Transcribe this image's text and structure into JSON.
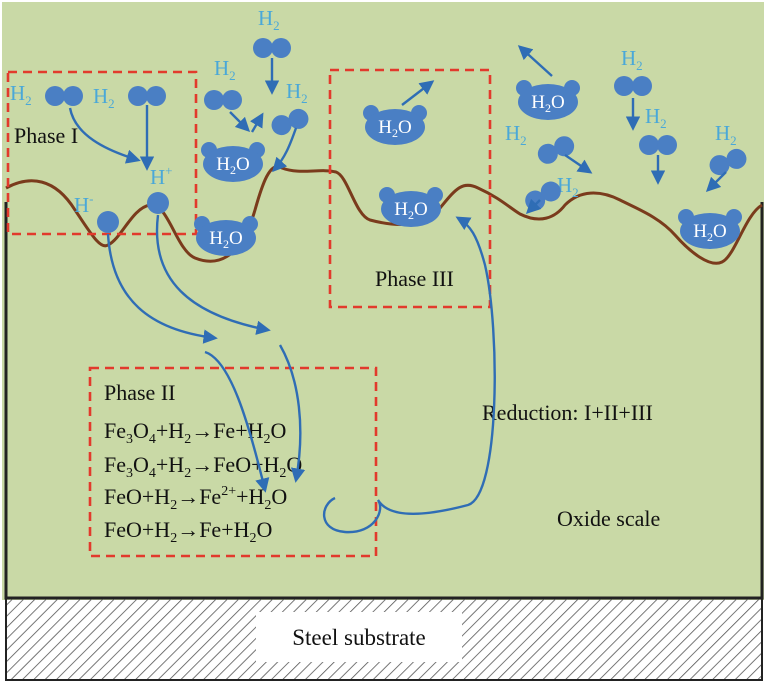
{
  "phase1_label": "Phase I",
  "phase2_label": "Phase II",
  "phase3_label": "Phase III",
  "reduction_label": "Reduction: I+II+III",
  "oxide_label": "Oxide scale",
  "steel_label": "Steel substrate",
  "h2": "H",
  "h2_sub": "2",
  "h_minus": "H",
  "minus_sup": "-",
  "h_plus": "H",
  "plus_sup": "+",
  "water_h": "H",
  "water_sub": "2",
  "water_o": "O",
  "reactions": {
    "r1": {
      "a": "Fe",
      "a_sub": "3",
      "b": "O",
      "b_sub": "4",
      "plus1": "+H",
      "h_sub": "2",
      "arrow": "→Fe+H",
      "w_sub": "2",
      "end": "O"
    },
    "r2": {
      "a": "Fe",
      "a_sub": "3",
      "b": "O",
      "b_sub": "4",
      "plus1": "+H",
      "h_sub": "2",
      "arrow": "→FeO+H",
      "w_sub": "2",
      "end": "O"
    },
    "r3": {
      "a": "FeO+H",
      "a_sub": "2",
      "arrow": "→Fe",
      "sup": "2+",
      "plus": "+H",
      "w_sub": "2",
      "end": "O"
    },
    "r4": {
      "a": "FeO+H",
      "a_sub": "2",
      "arrow": "→Fe+H",
      "w_sub": "2",
      "end": "O"
    }
  },
  "colors": {
    "background": "#c9d9a6",
    "molecule": "#4a7fc4",
    "h2_text": "#4aa8d8",
    "arrow": "#2f6db5",
    "surface_line": "#7a3b1c",
    "dashed_box": "#e23a2c"
  }
}
